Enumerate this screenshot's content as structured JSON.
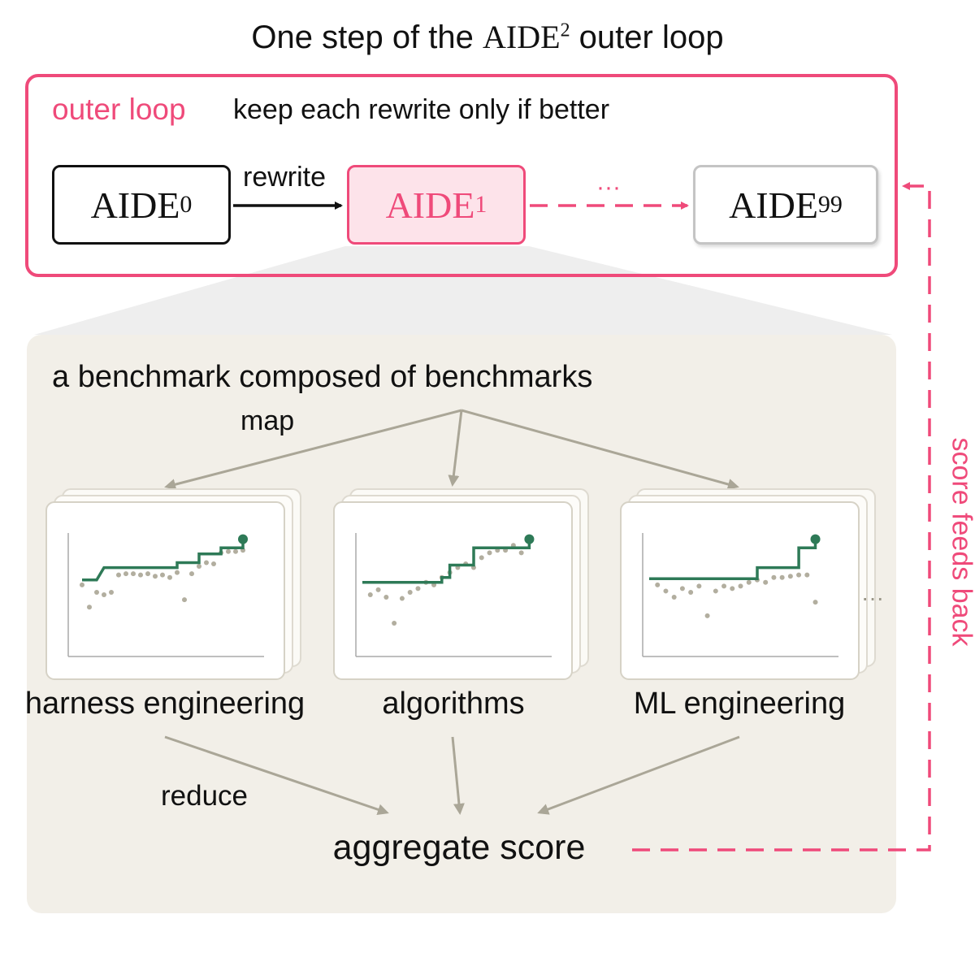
{
  "title": {
    "before": "One step of the ",
    "math": "AIDE",
    "superscript": "2",
    "after": " outer loop"
  },
  "outer_loop": {
    "label": "outer loop",
    "description": "keep each rewrite only if better",
    "nodes": [
      {
        "base": "AIDE",
        "sub": "0"
      },
      {
        "base": "AIDE",
        "sub": "1"
      },
      {
        "base": "AIDE",
        "sub": "99"
      }
    ],
    "rewrite_label": "rewrite",
    "ellipsis": "···"
  },
  "panel": {
    "heading": "a benchmark composed of benchmarks",
    "map_label": "map",
    "reduce_label": "reduce",
    "more_label": "···",
    "aggregate": "aggregate score",
    "benchmarks": [
      {
        "name": "harness engineering"
      },
      {
        "name": "algorithms"
      },
      {
        "name": "ML engineering"
      }
    ]
  },
  "feedback_label": "score feeds back",
  "colors": {
    "accent": "#ef4a7a",
    "green": "#2e7a57",
    "panel_bg": "#f2efe8",
    "arrow_gray": "#aaa697",
    "dot_gray": "#b2ae9f"
  },
  "chart_data": [
    {
      "type": "scatter",
      "benchmark": "harness engineering",
      "points": [
        [
          1,
          0.58
        ],
        [
          2,
          0.4
        ],
        [
          3,
          0.52
        ],
        [
          4,
          0.5
        ],
        [
          5,
          0.52
        ],
        [
          6,
          0.66
        ],
        [
          7,
          0.67
        ],
        [
          8,
          0.67
        ],
        [
          9,
          0.66
        ],
        [
          10,
          0.67
        ],
        [
          11,
          0.65
        ],
        [
          12,
          0.66
        ],
        [
          13,
          0.64
        ],
        [
          14,
          0.68
        ],
        [
          15,
          0.46
        ],
        [
          16,
          0.67
        ],
        [
          17,
          0.73
        ],
        [
          18,
          0.76
        ],
        [
          19,
          0.75
        ],
        [
          20,
          0.84
        ],
        [
          21,
          0.85
        ],
        [
          22,
          0.85
        ],
        [
          23,
          0.86
        ]
      ],
      "best_so_far": [
        [
          1,
          0.62
        ],
        [
          3,
          0.62
        ],
        [
          4,
          0.72
        ],
        [
          14,
          0.72
        ],
        [
          14,
          0.76
        ],
        [
          17,
          0.76
        ],
        [
          17,
          0.83
        ],
        [
          20,
          0.83
        ],
        [
          20,
          0.88
        ],
        [
          23,
          0.88
        ],
        [
          23,
          0.95
        ]
      ],
      "final_best": [
        23,
        0.95
      ]
    },
    {
      "type": "scatter",
      "benchmark": "algorithms",
      "points": [
        [
          1,
          0.5
        ],
        [
          2,
          0.54
        ],
        [
          3,
          0.48
        ],
        [
          4,
          0.27
        ],
        [
          5,
          0.47
        ],
        [
          6,
          0.52
        ],
        [
          7,
          0.55
        ],
        [
          8,
          0.6
        ],
        [
          9,
          0.58
        ],
        [
          10,
          0.64
        ],
        [
          11,
          0.68
        ],
        [
          12,
          0.72
        ],
        [
          13,
          0.75
        ],
        [
          14,
          0.72
        ],
        [
          15,
          0.8
        ],
        [
          16,
          0.84
        ],
        [
          17,
          0.86
        ],
        [
          18,
          0.86
        ],
        [
          19,
          0.9
        ],
        [
          20,
          0.84
        ]
      ],
      "best_so_far": [
        [
          0,
          0.6
        ],
        [
          10,
          0.6
        ],
        [
          10,
          0.64
        ],
        [
          11,
          0.64
        ],
        [
          11,
          0.74
        ],
        [
          14,
          0.74
        ],
        [
          14,
          0.88
        ],
        [
          21,
          0.88
        ],
        [
          21,
          0.95
        ]
      ],
      "final_best": [
        21,
        0.95
      ]
    },
    {
      "type": "scatter",
      "benchmark": "ML engineering",
      "points": [
        [
          1,
          0.58
        ],
        [
          2,
          0.53
        ],
        [
          3,
          0.48
        ],
        [
          4,
          0.55
        ],
        [
          5,
          0.52
        ],
        [
          6,
          0.57
        ],
        [
          7,
          0.33
        ],
        [
          8,
          0.53
        ],
        [
          9,
          0.57
        ],
        [
          10,
          0.55
        ],
        [
          11,
          0.57
        ],
        [
          12,
          0.6
        ],
        [
          13,
          0.62
        ],
        [
          14,
          0.6
        ],
        [
          15,
          0.64
        ],
        [
          16,
          0.64
        ],
        [
          17,
          0.65
        ],
        [
          18,
          0.66
        ],
        [
          19,
          0.66
        ],
        [
          20,
          0.44
        ]
      ],
      "best_so_far": [
        [
          0,
          0.63
        ],
        [
          13,
          0.63
        ],
        [
          13,
          0.72
        ],
        [
          18,
          0.72
        ],
        [
          18,
          0.88
        ],
        [
          20,
          0.88
        ],
        [
          20,
          0.95
        ]
      ],
      "final_best": [
        20,
        0.95
      ]
    }
  ]
}
